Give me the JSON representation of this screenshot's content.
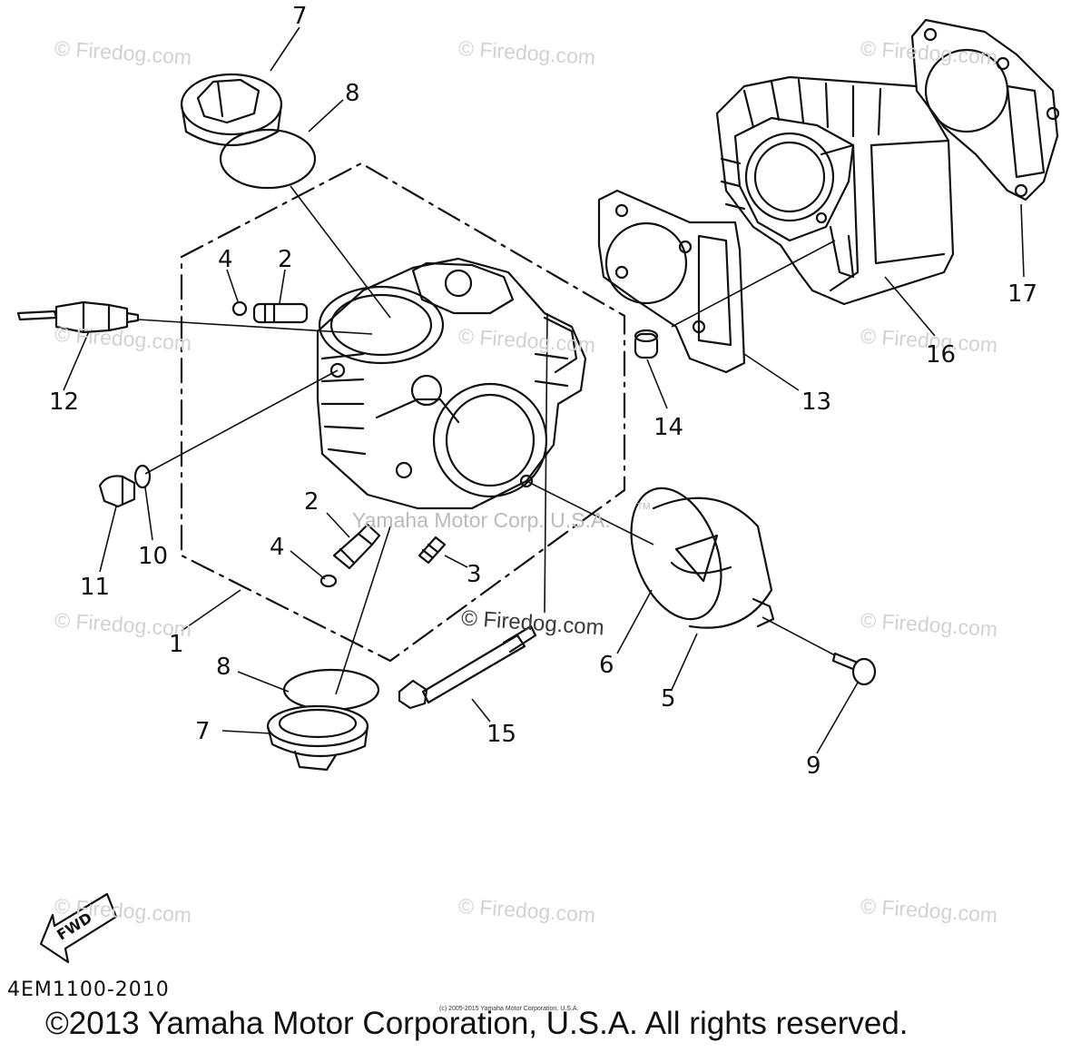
{
  "diagram": {
    "code": "4EM1100-2010",
    "copyright": "©2013 Yamaha Motor Corporation, U.S.A. All rights reserved.",
    "small_copyright": "(c) 2005-2015 Yamaha Motor Corporation, U.S.A.",
    "fwd_label": "FWD",
    "watermark": "© Firedog.com",
    "watermark_dark": "© Firedog.com",
    "center_watermark": "Yamaha Motor Corp. U.S.A.",
    "tm": "TM",
    "callouts": [
      {
        "id": "c7a",
        "label": "7"
      },
      {
        "id": "c8a",
        "label": "8"
      },
      {
        "id": "c4a",
        "label": "4"
      },
      {
        "id": "c2a",
        "label": "2"
      },
      {
        "id": "c12",
        "label": "12"
      },
      {
        "id": "c11",
        "label": "11"
      },
      {
        "id": "c10",
        "label": "10"
      },
      {
        "id": "c2b",
        "label": "2"
      },
      {
        "id": "c4b",
        "label": "4"
      },
      {
        "id": "c3",
        "label": "3"
      },
      {
        "id": "c1",
        "label": "1"
      },
      {
        "id": "c8b",
        "label": "8"
      },
      {
        "id": "c7b",
        "label": "7"
      },
      {
        "id": "c15",
        "label": "15"
      },
      {
        "id": "c6",
        "label": "6"
      },
      {
        "id": "c5",
        "label": "5"
      },
      {
        "id": "c9",
        "label": "9"
      },
      {
        "id": "c13",
        "label": "13"
      },
      {
        "id": "c14",
        "label": "14"
      },
      {
        "id": "c16",
        "label": "16"
      },
      {
        "id": "c17",
        "label": "17"
      }
    ]
  },
  "colors": {
    "ink": "#111111",
    "watermark": "#d2d2d2"
  }
}
